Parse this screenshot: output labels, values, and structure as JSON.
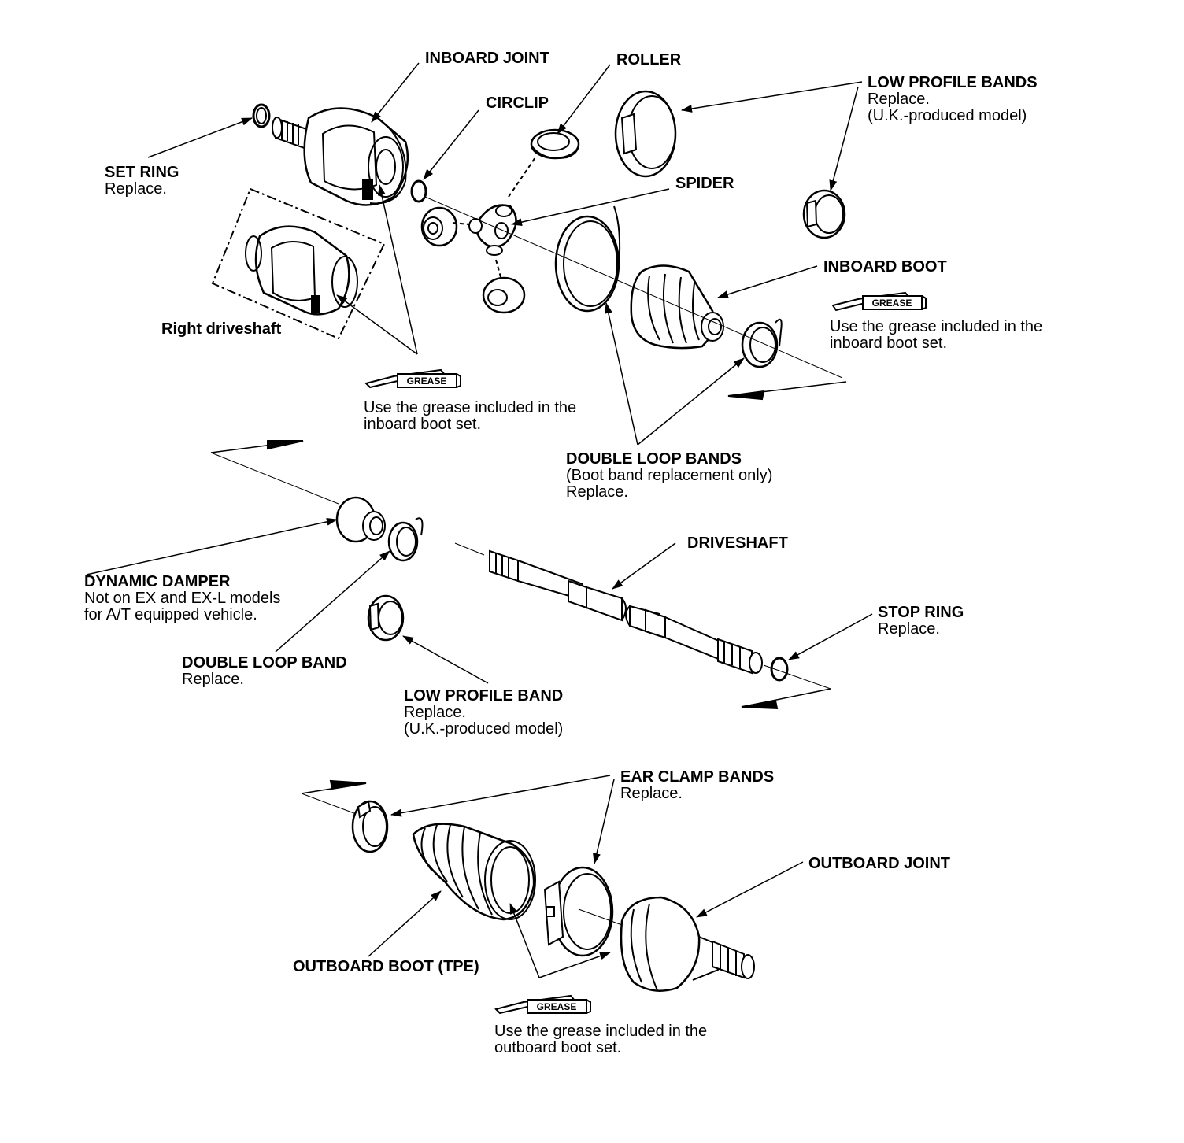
{
  "labels": {
    "inboard_joint": {
      "title": "INBOARD JOINT"
    },
    "roller": {
      "title": "ROLLER"
    },
    "circlip": {
      "title": "CIRCLIP"
    },
    "low_profile_bands": {
      "title": "LOW PROFILE BANDS",
      "line1": "Replace.",
      "line2": "(U.K.-produced model)"
    },
    "set_ring": {
      "title": "SET RING",
      "line1": "Replace."
    },
    "spider": {
      "title": "SPIDER"
    },
    "inboard_boot": {
      "title": "INBOARD BOOT"
    },
    "grease_inboard_right": {
      "line1": "Use the grease included in the",
      "line2": "inboard boot set."
    },
    "right_driveshaft": {
      "title": "Right driveshaft"
    },
    "grease_inboard_left": {
      "line1": "Use the grease included in the",
      "line2": "inboard boot set."
    },
    "double_loop_bands": {
      "title": "DOUBLE LOOP BANDS",
      "line1": "(Boot band replacement only)",
      "line2": "Replace."
    },
    "driveshaft": {
      "title": "DRIVESHAFT"
    },
    "dynamic_damper": {
      "title": "DYNAMIC DAMPER",
      "line1": "Not on EX and EX-L models",
      "line2": "for A/T equipped vehicle."
    },
    "stop_ring": {
      "title": "STOP RING",
      "line1": "Replace."
    },
    "double_loop_band": {
      "title": "DOUBLE LOOP BAND",
      "line1": "Replace."
    },
    "low_profile_band": {
      "title": "LOW PROFILE BAND",
      "line1": "Replace.",
      "line2": "(U.K.-produced model)"
    },
    "ear_clamp_bands": {
      "title": "EAR CLAMP BANDS",
      "line1": "Replace."
    },
    "outboard_joint": {
      "title": "OUTBOARD JOINT"
    },
    "outboard_boot": {
      "title": "OUTBOARD BOOT (TPE)"
    },
    "grease_outboard": {
      "line1": "Use the grease included in the",
      "line2": "outboard boot set."
    }
  },
  "grease_tube_label": "GREASE"
}
